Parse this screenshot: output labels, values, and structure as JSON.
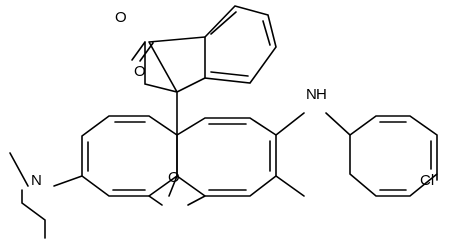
{
  "molecule": {
    "atoms": {
      "carbonyl_o": "O",
      "lactone_o": "O",
      "xanthene_o": "O",
      "amine_n": "N",
      "amine_h": "H",
      "diethylamino_n": "N",
      "chlorine": "Cl"
    },
    "colors": {
      "bond": "#000000",
      "label": "#000000",
      "background": "#ffffff"
    }
  }
}
